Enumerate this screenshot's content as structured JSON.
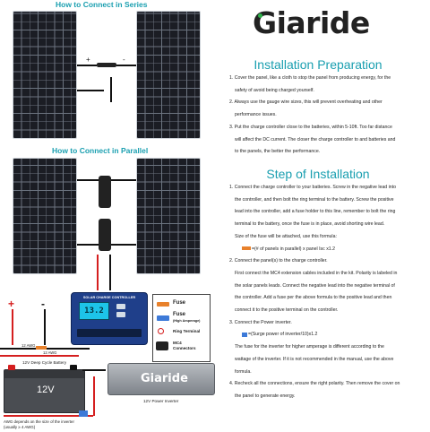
{
  "left": {
    "series_title": "How to Connect in Series",
    "parallel_title": "How to Connect in Parallel",
    "controller_title": "SOLAR CHARGE CONTROLLER",
    "controller_display": "13.2",
    "polarity_plus": "+",
    "polarity_minus": "-",
    "series_plus": "+",
    "series_minus": "-",
    "wire_12awg": "12 AWG",
    "wire_12awg_2": "12 AWG",
    "battery_label": "12V Deep Cycle Battery",
    "battery_volts": "12V",
    "inverter_brand": "Giaride",
    "inverter_label": "12V Power Inverter",
    "awg_note_line1": "AWG depends on the size of the inverter",
    "awg_note_line2": "(usually ≥ 4 AWG)",
    "legend": {
      "fuse": "Fuse",
      "fuse_high": "Fuse",
      "fuse_high_sub": "(High Amperage)",
      "ring": "Ring Terminal",
      "mc4": "MC4",
      "mc4_sub": "Connectors"
    }
  },
  "right": {
    "brand": "Giaride",
    "install_prep_title": "Installation Preparation",
    "prep_lines": [
      "1. Cover the panel, like a cloth to stop the panel from producing energy, for the",
      "safety of avoid being charged yourself.",
      "2. Always use the gauge wire sizes, this will prevent overheating and other",
      "performance issues.",
      "3. Put the charge controller close to the batteries, within 5-10ft. Too far distance",
      "will affect the DC current. The closer the charge controller to and batteries and",
      "to the panels, the better the performance."
    ],
    "steps_title": "Step of Installation",
    "step1_lines": [
      "1. Connect the charge controller to your batteries. Screw in the negative lead into",
      "the controller, and then bolt the ring terminal to the battery. Screw the positive",
      "lead into the controller, add a fuse holder to this line, remember to bolt the ring",
      "terminal to the battery, once the fuse is in place, avoid shorting wire lead.",
      "Size of the fuse will be attached, use this formula:"
    ],
    "formula1": "=(# of panels in parallel) x panel Isc x1.2",
    "step2_lines": [
      "2. Connect the panel(s) to the charge controller.",
      "First connect the MC4 extension cables included in the kit. Polarity is labeled in",
      "the solar panels leads. Connect the negative lead into the negative terminal of",
      "the controller. Add a fuse per the above formula to the positive lead and then",
      "connect it to the positive terminal on the controller."
    ],
    "step3_line": "3. Connect the Power inverter.",
    "formula2": "=(Surge power of inverter/10)x1.2",
    "step3_lines": [
      "The fuse for the inverter for higher amperage is different according to the",
      "wattage of the inverter. If it is not recommended in the manual, use the above",
      "formula."
    ],
    "step4_lines": [
      "4. Recheck all the connections, ensure the right polarity. Then remove the cover on",
      "the panel to generate energy."
    ]
  },
  "colors": {
    "accent": "#1a9fb0",
    "brand_green": "#2db24a",
    "fuse_orange": "#e8812b",
    "fuse_blue": "#3d7ad8",
    "wire_red": "#d51f1f"
  }
}
